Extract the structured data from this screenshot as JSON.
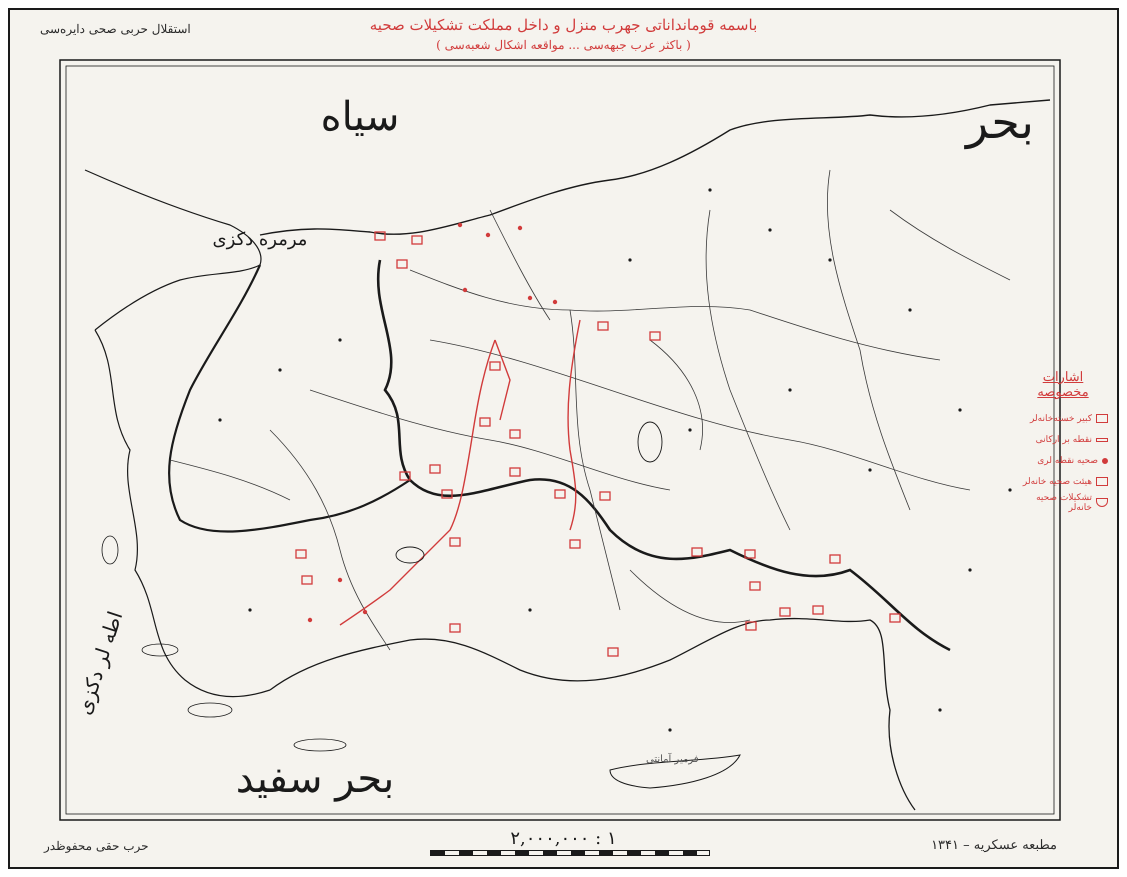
{
  "map": {
    "title": "باسمه قومانداناتی جهرب منزل و داخل مملکت تشکیلات صحیه",
    "subtitle": "( باکثر عرب جبهه‌سی ... مواقعه اشکال شعبه‌سی )",
    "top_left_note": "استقلال حربی صحی دایره‌سی",
    "bottom_left_note": "حرب حقی محفوظدر",
    "bottom_right_note": "مطبعه عسکریه – ۱۳۴۱",
    "scale": "۲,۰۰۰,۰۰۰ : ۱",
    "stamp": "فرمیر آمانتی",
    "seas": {
      "black_sea_part1": "بحر",
      "black_sea_part2": "سیاه",
      "mediterranean": "بحر سفید",
      "marmara": "مرمره دکزی",
      "aegean": "اطه لر دکزی"
    },
    "legend": {
      "title": "اشارات مخصوصه",
      "items": [
        {
          "label": "کبیر خسته‌خانه‌لر"
        },
        {
          "label": "نقطه بر ارکانی"
        },
        {
          "label": "صحیه نقطه لری"
        },
        {
          "label": "هیئت صحیه خانه‌لر"
        },
        {
          "label": "تشکیلات صحیه خانه‌لر"
        }
      ]
    },
    "colors": {
      "ink": "#1a1a1a",
      "red_overprint": "#d13b3b",
      "paper": "#f5f3ee"
    }
  }
}
